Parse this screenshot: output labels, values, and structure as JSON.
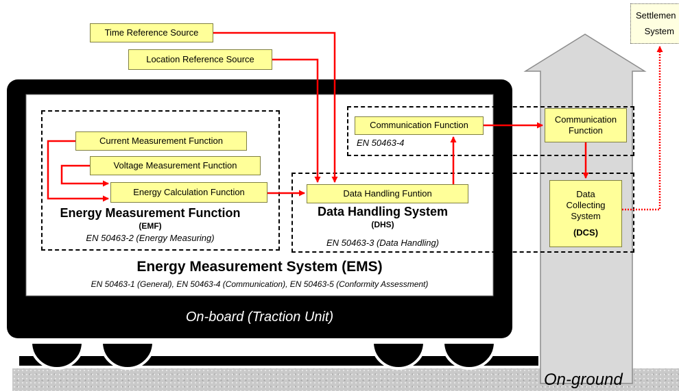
{
  "sources": {
    "time": "Time Reference Source",
    "location": "Location Reference Source"
  },
  "settlement": {
    "line1": "Settlemen",
    "line2": "System"
  },
  "emf": {
    "current": "Current Measurement Function",
    "voltage": "Voltage Measurement Function",
    "energy_calc": "Energy Calculation Function",
    "title": "Energy Measurement Function",
    "abbr": "(EMF)",
    "standard": "EN 50463-2 (Energy Measuring)"
  },
  "comm_onboard": {
    "box": "Communication Function",
    "standard": "EN 50463-4"
  },
  "dhs": {
    "box": "Data Handling Funtion",
    "title": "Data Handling System",
    "abbr": "(DHS)",
    "standard": "EN 50463-3 (Data Handling)"
  },
  "ems": {
    "title": "Energy Measurement System (EMS)",
    "standards": "EN 50463-1 (General), EN 50463-4 (Communication), EN 50463-5 (Conformity Assessment)"
  },
  "onboard_label": "On-board (Traction Unit)",
  "ground_comm": {
    "line1": "Communication",
    "line2": "Function"
  },
  "dcs": {
    "line1": "Data",
    "line2": "Collecting",
    "line3": "System",
    "abbr": "(DCS)"
  },
  "onground_label": "On-ground",
  "colors": {
    "arrow": "#ff0000",
    "box_fill": "#ffff99",
    "vehicle": "#000000",
    "tower": "#d9d9d9"
  }
}
